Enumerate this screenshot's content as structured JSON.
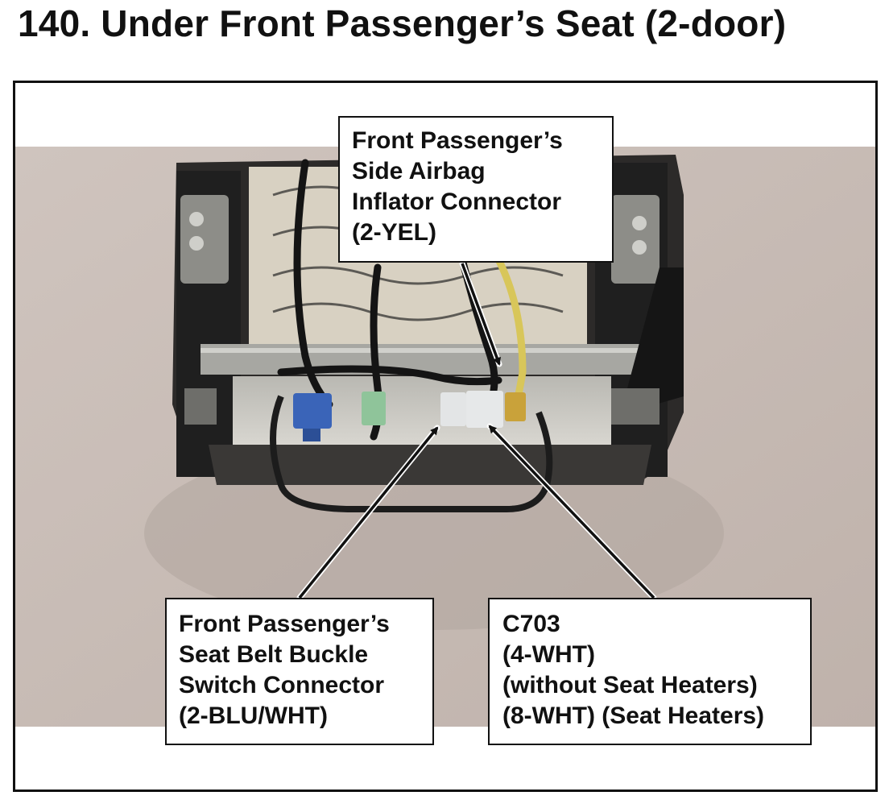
{
  "page": {
    "title": "140.  Under Front Passenger’s Seat (2-door)"
  },
  "callouts": {
    "airbag": {
      "lines": [
        "Front Passenger’s",
        "Side Airbag",
        "Inflator Connector",
        "(2-YEL)"
      ]
    },
    "buckle": {
      "lines": [
        "Front Passenger’s",
        "Seat Belt Buckle",
        "Switch Connector",
        "(2-BLU/WHT)"
      ]
    },
    "c703": {
      "lines": [
        "C703",
        "(4-WHT)",
        "(without Seat Heaters)",
        "(8-WHT) (Seat Heaters)"
      ]
    }
  },
  "colors": {
    "background_wall": "#c9bdb7",
    "seat_frame": "#2a2a2a",
    "metal": "#a9a9a4",
    "connector_blue": "#3a64b8",
    "connector_green": "#8fc49a",
    "connector_yellow": "#c9a23a",
    "harness_yellow": "#d9c85a"
  }
}
